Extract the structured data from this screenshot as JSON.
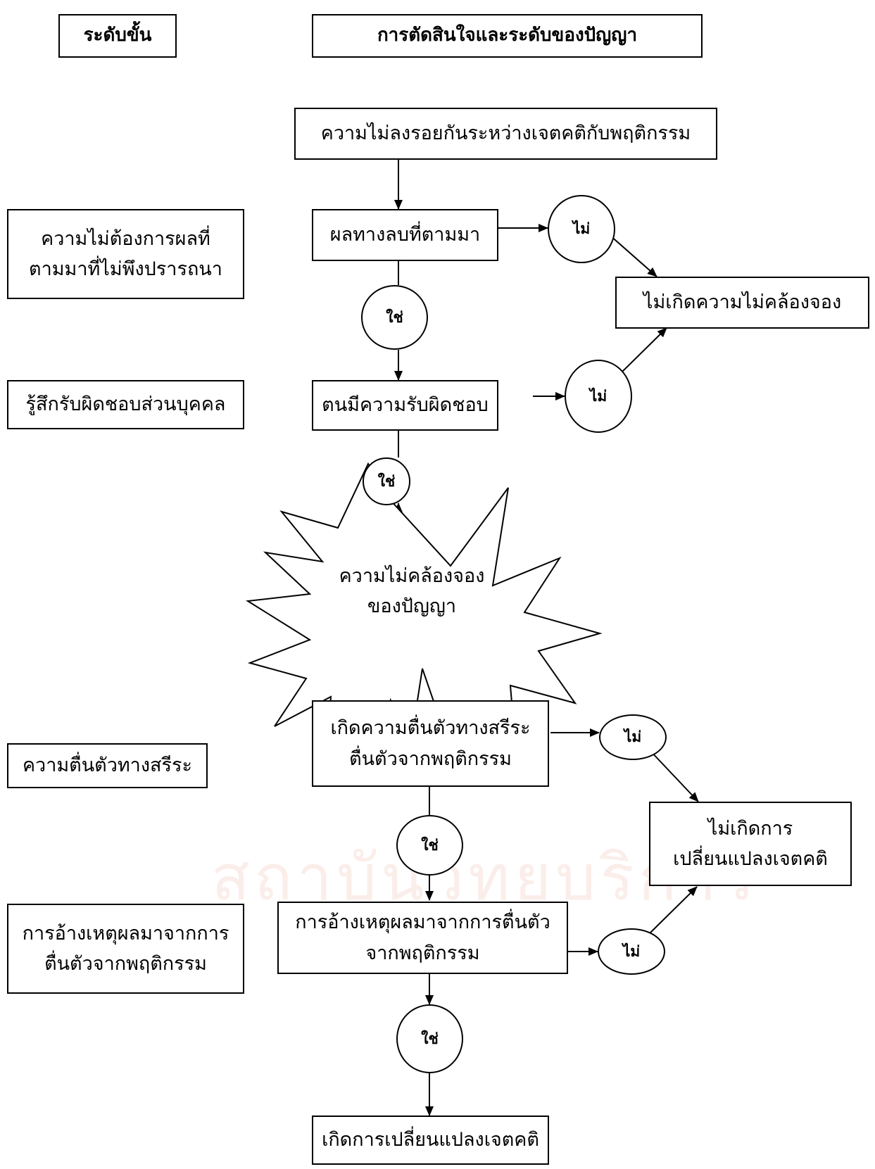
{
  "header": {
    "level_label": "ระดับขั้น",
    "decision_label": "การตัดสินใจและระดับของปัญญา"
  },
  "levels": {
    "level1": [
      "ความไม่ต้องการผลที่",
      "ตามมาที่ไม่พึงปรารถนา"
    ],
    "level2": "รู้สึกรับผิดชอบส่วนบุคคล",
    "level3": "ความตื่นตัวทางสรีระ",
    "level4": [
      "การอ้างเหตุผลมาจากการ",
      "ตื่นตัวจากพฤติกรรม"
    ]
  },
  "flow": {
    "start": "ความไม่ลงรอยกันระหว่างเจตคติกับพฤติกรรม",
    "step1": "ผลทางลบที่ตามมา",
    "step2": "ตนมีความรับผิดชอบ",
    "dissonance": [
      "ความไม่คล้องจอง",
      "ของปัญญา"
    ],
    "step3": [
      "เกิดความตื่นตัวทางสรีระ",
      "ตื่นตัวจากพฤติกรรม"
    ],
    "step4": [
      "การอ้างเหตุผลมาจากการตื่นตัว",
      "จากพฤติกรรม"
    ],
    "final": "เกิดการเปลี่ยนแปลงเจตคติ"
  },
  "outcomes": {
    "no_dissonance": "ไม่เกิดความไม่คล้องจอง",
    "no_change": [
      "ไม่เกิดการ",
      "เปลี่ยนแปลงเจตคติ"
    ]
  },
  "decisions": {
    "yes": "ใช่",
    "no": "ไม่"
  },
  "watermark": "สถาบันวิทยบริการ"
}
